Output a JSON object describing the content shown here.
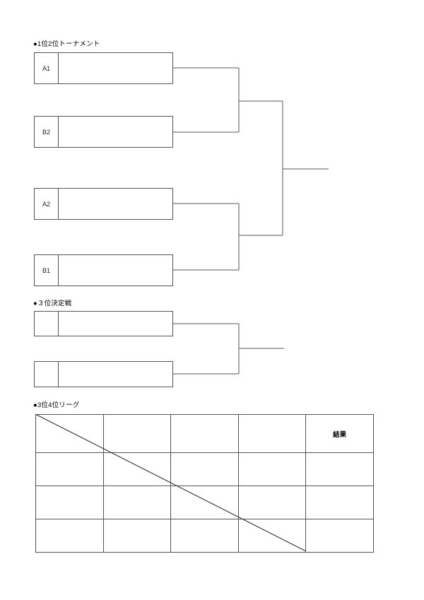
{
  "document": {
    "sections": [
      {
        "id": "tournament",
        "title": "●1位2位トーナメント"
      },
      {
        "id": "third_place",
        "title": "●３位決定戦"
      },
      {
        "id": "league",
        "title": "●3位4位リーグ"
      }
    ]
  },
  "tournament": {
    "title": "●1位2位トーナメント",
    "entries": [
      {
        "seed": "A1",
        "name": ""
      },
      {
        "seed": "B2",
        "name": ""
      },
      {
        "seed": "A2",
        "name": ""
      },
      {
        "seed": "B1",
        "name": ""
      }
    ],
    "semifinal_winner_slots": [
      "",
      ""
    ],
    "final_winner_slot": ""
  },
  "third_place": {
    "title": "●３位決定戦",
    "entries": [
      {
        "seed": "",
        "name": ""
      },
      {
        "seed": "",
        "name": ""
      }
    ],
    "winner_slot": ""
  },
  "league": {
    "title": "●3位4位リーグ",
    "columns": [
      "",
      "",
      "",
      "",
      "結果"
    ],
    "rows": [
      [
        "",
        "",
        "",
        "",
        ""
      ],
      [
        "",
        "",
        "",
        "",
        ""
      ],
      [
        "",
        "",
        "",
        "",
        ""
      ],
      [
        "",
        "",
        "",
        "",
        ""
      ]
    ],
    "result_header": "結果",
    "has_diagonal": true
  },
  "colors": {
    "line": "#555555",
    "text": "#000000",
    "background": "#ffffff"
  }
}
